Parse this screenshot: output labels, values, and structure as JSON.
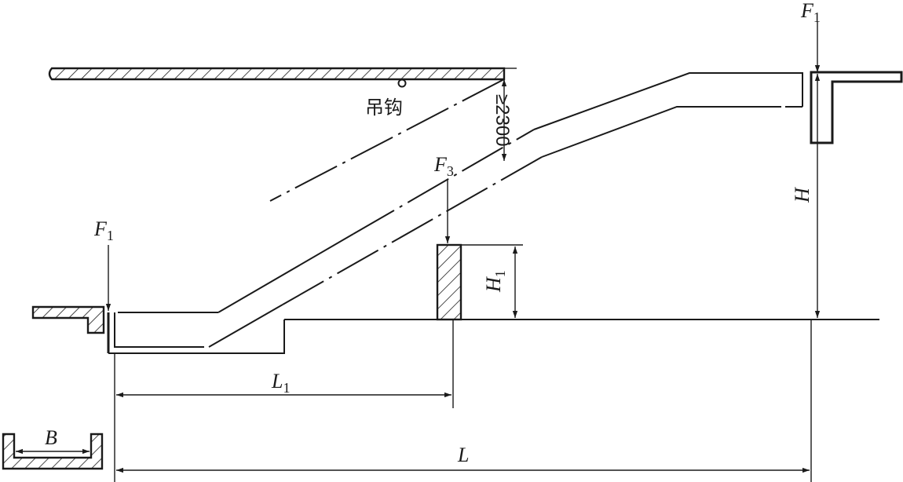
{
  "labels": {
    "F1_left": {
      "main": "F",
      "sub": "1"
    },
    "F1_right": {
      "main": "F",
      "sub": "1"
    },
    "F3": {
      "main": "F",
      "sub": "3"
    },
    "H": {
      "main": "H"
    },
    "H1": {
      "main": "H",
      "sub": "1"
    },
    "L1": {
      "main": "L",
      "sub": "1"
    },
    "L": {
      "main": "L"
    },
    "B": {
      "main": "B"
    },
    "hook": "吊钩",
    "clearance": "≥2300"
  },
  "colors": {
    "line": "#1a1a1a",
    "background": "#ffffff"
  }
}
